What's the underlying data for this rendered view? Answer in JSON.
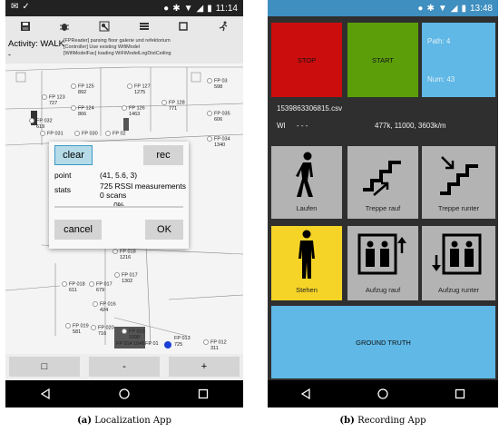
{
  "localization": {
    "status_time": "11:14",
    "activity": "Activity: WALK",
    "activity_sub": "-",
    "log_lines": [
      "[FPReader] parsing floor galerie und refektorium",
      "[Controller] Use existing WifiModel",
      "[WifiModelFac] loading WiFiModelLogDistCeiling"
    ],
    "fingerprints": [
      {
        "label": "FP 123",
        "value": "727"
      },
      {
        "label": "FP 125",
        "value": "892"
      },
      {
        "label": "FP 127",
        "value": "1275"
      },
      {
        "label": "FP 128",
        "value": "771"
      },
      {
        "label": "FP 03",
        "value": "598"
      },
      {
        "label": "FP 124",
        "value": "866"
      },
      {
        "label": "FP 126",
        "value": "1463"
      },
      {
        "label": "FP 035",
        "value": "606"
      },
      {
        "label": "FP 032",
        "value": "619"
      },
      {
        "label": "FP 031",
        "value": ""
      },
      {
        "label": "FP 030",
        "value": ""
      },
      {
        "label": "FP 02",
        "value": ""
      },
      {
        "label": "FP 034",
        "value": "1340"
      },
      {
        "label": "FP 018",
        "value": "1216"
      },
      {
        "label": "FP 017",
        "value": "1302"
      },
      {
        "label": "FP 018",
        "value": "611"
      },
      {
        "label": "FP 017",
        "value": "679"
      },
      {
        "label": "FP 016",
        "value": "424"
      },
      {
        "label": "FP 019",
        "value": "581"
      },
      {
        "label": "FP 020",
        "value": "716"
      },
      {
        "label": "FP 015",
        "value": "1098"
      },
      {
        "label": "FP 014",
        "value": "1046"
      },
      {
        "label": "FP 01",
        "value": "725"
      },
      {
        "label": "FP 013",
        "value": "725"
      },
      {
        "label": "FP 012",
        "value": "311"
      }
    ],
    "dialog": {
      "clear": "clear",
      "rec": "rec",
      "point_label": "point",
      "point_value": "(41, 5.6, 3)",
      "stats_label": "stats",
      "stats_line1": "725 RSSI measurements",
      "stats_line2": "0 scans",
      "progress_text": "0%",
      "progress": 0.0,
      "cancel": "cancel",
      "ok": "OK"
    },
    "zoom": {
      "left": "□",
      "minus": "-",
      "plus": "+"
    },
    "caption_letter": "(a)",
    "caption_text": "Localization App"
  },
  "recording": {
    "status_time": "13:48",
    "stop": "STOP",
    "start": "START",
    "path": "Path: 4",
    "num": "Num: 43",
    "filename": "1539863306815.csv",
    "wi_label": "WI",
    "wi_dashes": "-   -   -",
    "wi_value": "477k, 11000, 3603k/m",
    "activities": [
      {
        "label": "Laufen",
        "icon": "walking-person-icon",
        "selected": false
      },
      {
        "label": "Treppe rauf",
        "icon": "stairs-up-icon",
        "selected": false
      },
      {
        "label": "Treppe runter",
        "icon": "stairs-down-icon",
        "selected": false
      },
      {
        "label": "Stehen",
        "icon": "standing-person-icon",
        "selected": true
      },
      {
        "label": "Aufzug rauf",
        "icon": "elevator-up-icon",
        "selected": false
      },
      {
        "label": "Aufzug runter",
        "icon": "elevator-down-icon",
        "selected": false
      }
    ],
    "ground_truth": "GROUND TRUTH",
    "caption_letter": "(b)",
    "caption_text": "Recording App"
  },
  "colors": {
    "stop": "#cc0d0d",
    "start": "#5c9e0a",
    "info_blue": "#5fb8e6",
    "tile_gray": "#b3b3b3",
    "selected_yellow": "#f5d427",
    "ground_truth": "#5fb8e6"
  }
}
